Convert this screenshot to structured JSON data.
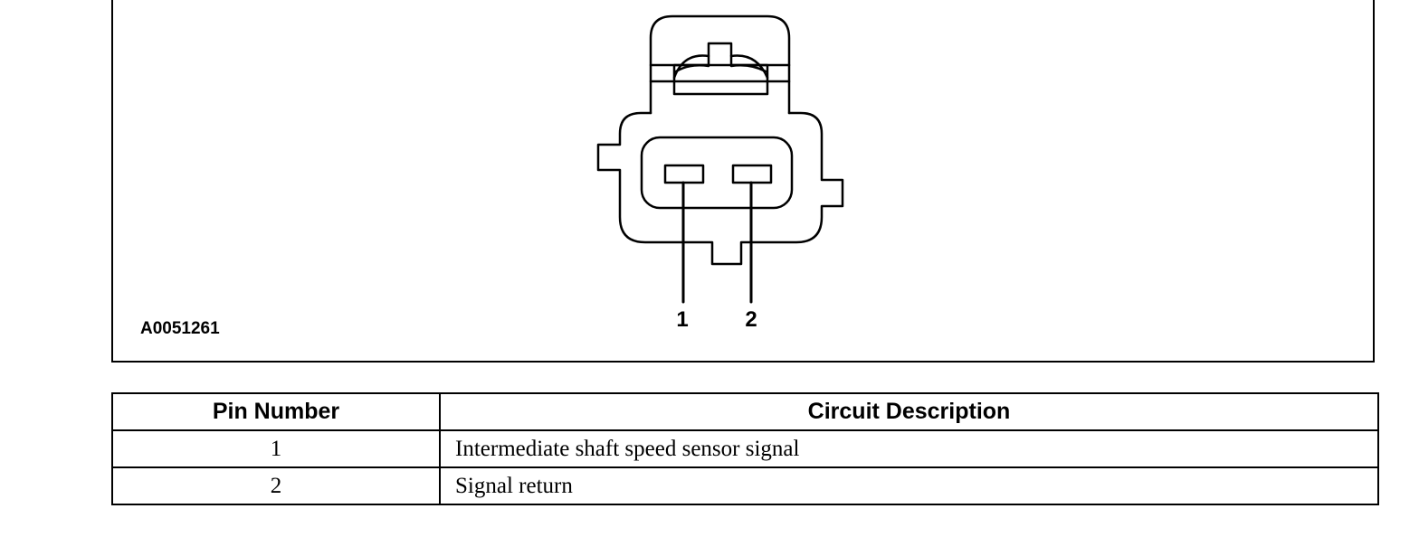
{
  "figure": {
    "id": "A0051261",
    "pin_labels": [
      "1",
      "2"
    ]
  },
  "table": {
    "headers": [
      "Pin Number",
      "Circuit Description"
    ],
    "rows": [
      {
        "pin": "1",
        "description": "Intermediate shaft speed sensor signal"
      },
      {
        "pin": "2",
        "description": "Signal return"
      }
    ]
  }
}
